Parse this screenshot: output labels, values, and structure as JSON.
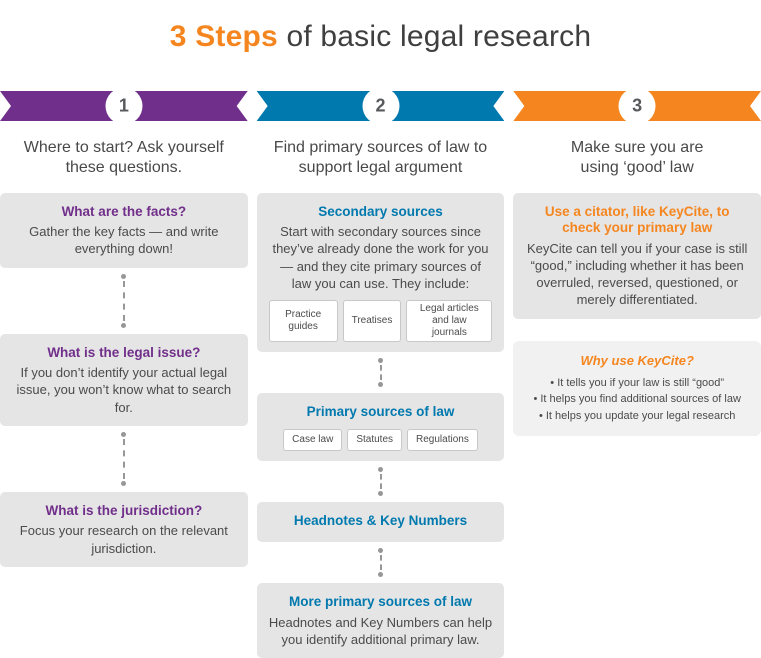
{
  "title": {
    "highlight": "3 Steps",
    "rest": "of basic legal research"
  },
  "colors": {
    "orange": "#F5861F",
    "purple": "#702F8A",
    "blue": "#0079AE",
    "box_bg": "#E6E5E5",
    "light_box_bg": "#F2F1F1",
    "text": "#4B4B4B",
    "number": "#58595B",
    "connector": "#979797",
    "chip_border": "#C9C8C8"
  },
  "columns": {
    "step1": {
      "number": "1",
      "subtitle1": "Where to start? Ask yourself",
      "subtitle2": "these questions.",
      "box1": {
        "heading": "What are the facts?",
        "body": "Gather the key facts — and write everything down!"
      },
      "box2": {
        "heading": "What is the legal issue?",
        "body": "If you don’t identify your actual legal issue, you won’t know what to search for."
      },
      "box3": {
        "heading": "What is the jurisdiction?",
        "body": "Focus your research on the relevant jurisdiction."
      }
    },
    "step2": {
      "number": "2",
      "subtitle1": "Find primary sources of law to",
      "subtitle2": "support legal argument",
      "box1": {
        "heading": "Secondary sources",
        "body": "Start with secondary sources since they’ve already done the work for you — and they cite primary sources of law you can use. They include:",
        "chips": [
          "Practice guides",
          "Treatises",
          "Legal articles and law journals"
        ]
      },
      "box2": {
        "heading": "Primary sources of law",
        "chips": [
          "Case law",
          "Statutes",
          "Regulations"
        ]
      },
      "box3": {
        "heading": "Headnotes & Key Numbers"
      },
      "box4": {
        "heading": "More primary sources of law",
        "body": "Headnotes and Key Numbers can help you identify additional primary law."
      }
    },
    "step3": {
      "number": "3",
      "subtitle1": "Make sure you are",
      "subtitle2": "using ‘good’ law",
      "box1": {
        "heading": "Use a citator, like KeyCite, to check your primary law",
        "body": "KeyCite can tell you if your case is still “good,” including whether it has been overruled, reversed, questioned, or merely differentiated."
      },
      "box2": {
        "heading": "Why use KeyCite?",
        "bullets": [
          "It tells you if your law is still “good”",
          "It helps you find additional sources of law",
          "It helps you update your legal research"
        ]
      }
    }
  }
}
